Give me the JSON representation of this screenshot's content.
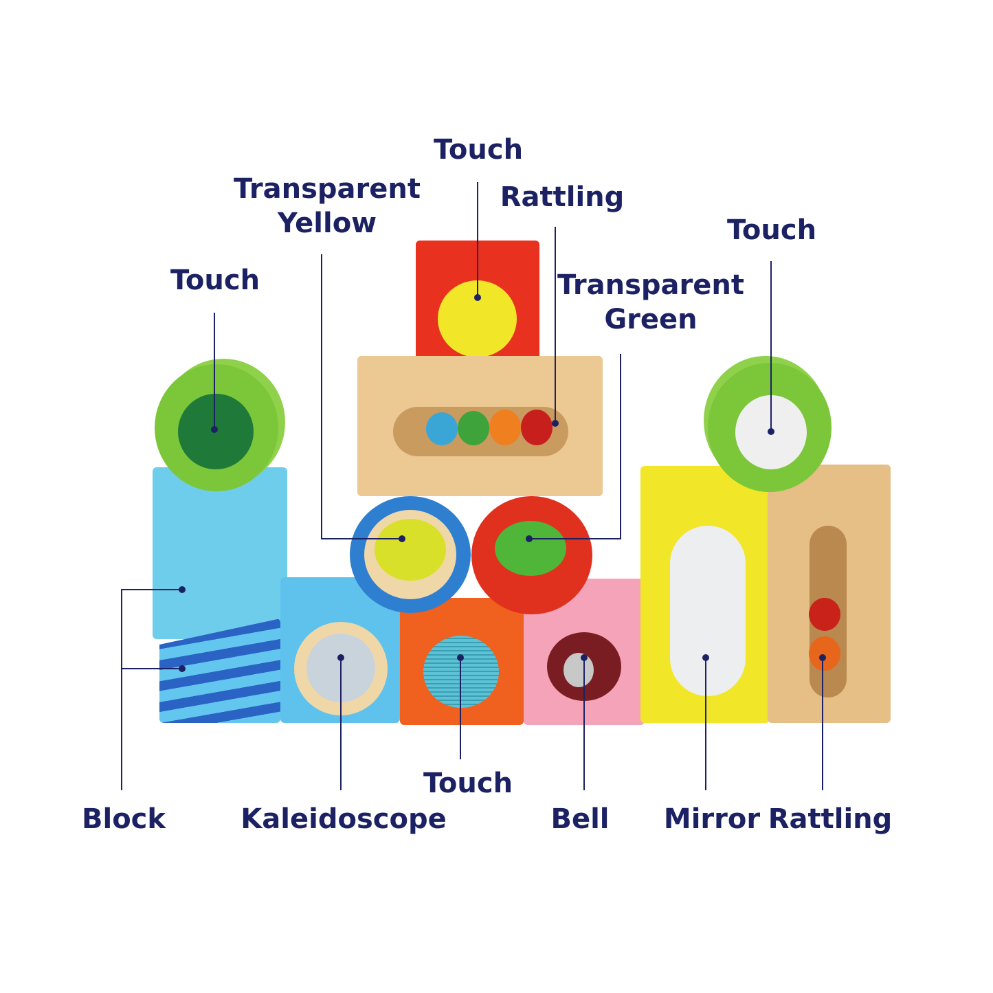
{
  "labels": {
    "touch_top": "Touch",
    "transparent_yellow_1": "Transparent",
    "transparent_yellow_2": "Yellow",
    "rattling_top": "Rattling",
    "transparent_green_1": "Transparent",
    "transparent_green_2": "Green",
    "touch_right": "Touch",
    "touch_left": "Touch",
    "block": "Block",
    "kaleidoscope": "Kaleidoscope",
    "touch_bottom": "Touch",
    "bell": "Bell",
    "mirror": "Mirror",
    "rattling_bottom": "Rattling"
  },
  "colors": {
    "label": "#1b2163",
    "green_cylinder": "#7cc63a",
    "red_cube": "#e8321f",
    "wood": "#e9c48f",
    "blue_cylinder": "#2f7fd0",
    "red_cylinder": "#e0301e",
    "light_blue": "#5ec2ec",
    "orange": "#f0601e",
    "pink": "#f4a3b8",
    "yellow": "#f2e629"
  }
}
